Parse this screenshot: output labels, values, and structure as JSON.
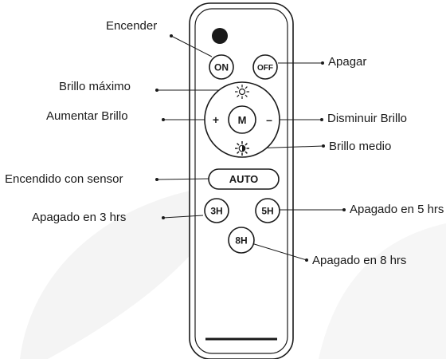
{
  "buttons": {
    "on": "ON",
    "off": "OFF",
    "mode": "M",
    "plus": "+",
    "minus": "–",
    "auto": "AUTO",
    "h3": "3H",
    "h5": "5H",
    "h8": "8H"
  },
  "callouts": {
    "encender": "Encender",
    "apagar": "Apagar",
    "brillo_maximo": "Brillo máximo",
    "aumentar_brillo": "Aumentar Brillo",
    "disminuir_brillo": "Disminuir Brillo",
    "brillo_medio": "Brillo medio",
    "encendido_sensor": "Encendido con sensor",
    "apagado_3": "Apagado en 3 hrs",
    "apagado_5": "Apagado en 5 hrs",
    "apagado_8": "Apagado en 8 hrs"
  },
  "icons": {
    "indicator": "led-indicator-icon",
    "bright_max": "sun-outline-icon",
    "bright_mid": "sun-half-icon"
  },
  "colors": {
    "ink": "#1a1a1a",
    "background": "#ffffff",
    "watermark": "#f3f3f3"
  }
}
